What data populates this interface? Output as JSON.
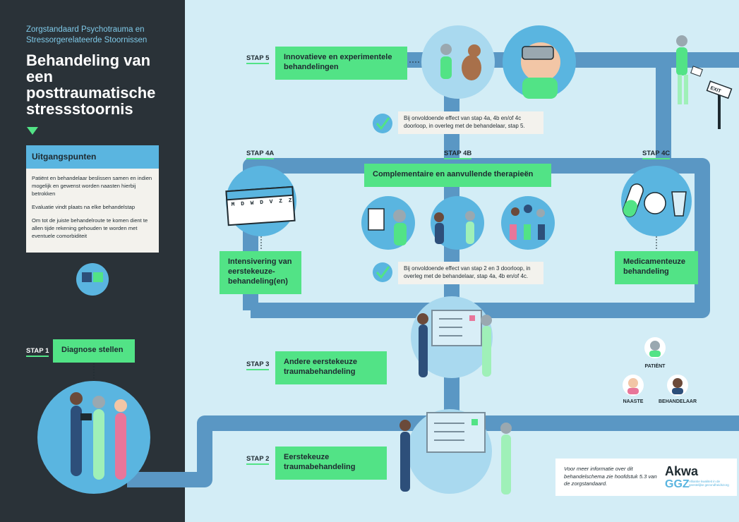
{
  "header": {
    "subtitle": "Zorgstandaard Psychotrauma en Stressorgerelateerde Stoornissen",
    "title": "Behandeling van een posttraumatische stressstoornis"
  },
  "principles": {
    "heading": "Uitgangspunten",
    "items": [
      "Patiënt en behandelaar beslissen samen en indien mogelijk en gewenst worden naasten hierbij betrokken",
      "Evaluatie vindt plaats na elke behandelstap",
      "Om tot de juiste behandelroute te komen dient te allen tijde rekening gehouden te worden met eventuele comorbiditeit"
    ]
  },
  "steps": {
    "step1": {
      "tag": "STAP 1",
      "label": "Diagnose stellen"
    },
    "step2": {
      "tag": "STAP 2",
      "label": "Eerstekeuze traumabehandeling"
    },
    "step3": {
      "tag": "STAP 3",
      "label": "Andere eerstekeuze traumabehandeling"
    },
    "step4a": {
      "tag": "STAP 4A",
      "label": "Intensivering van eerstekeuze-behandeling(en)"
    },
    "step4b": {
      "tag": "STAP 4B",
      "label": "Complementaire en aanvullende therapieën"
    },
    "step4c": {
      "tag": "STAP 4C",
      "label": "Medicamenteuze behandeling"
    },
    "step5": {
      "tag": "STAP 5",
      "label": "Innovatieve en experimentele behandelingen"
    }
  },
  "notes": {
    "to_step4": "Bij onvoldoende effect van stap 2 en 3 doorloop, in overleg met de behandelaar, stap 4a, 4b en/of 4c.",
    "to_step5": "Bij onvoldoende effect van stap 4a, 4b en/of 4c doorloop, in overleg met de behandelaar, stap 5."
  },
  "calendar_days": [
    "M",
    "D",
    "W",
    "D",
    "V",
    "Z",
    "Z"
  ],
  "exit_sign": "EXIT",
  "legend": {
    "patient": "PATIËNT",
    "relative": "NAASTE",
    "therapist": "BEHANDELAAR"
  },
  "footer": {
    "info": "Voor meer informatie over dit behandelschema zie hoofdstuk 5.3 van de zorgstandaard.",
    "logo_main": "Akwa",
    "logo_ggz": "GGZ",
    "logo_sub": "Alliantie kwaliteit in de geestelijke gezondheidszorg"
  },
  "colors": {
    "sidebar": "#2a3238",
    "background": "#d3edf6",
    "path": "#5a97c4",
    "accent": "#52e386",
    "info_blue": "#5ab5e0"
  }
}
